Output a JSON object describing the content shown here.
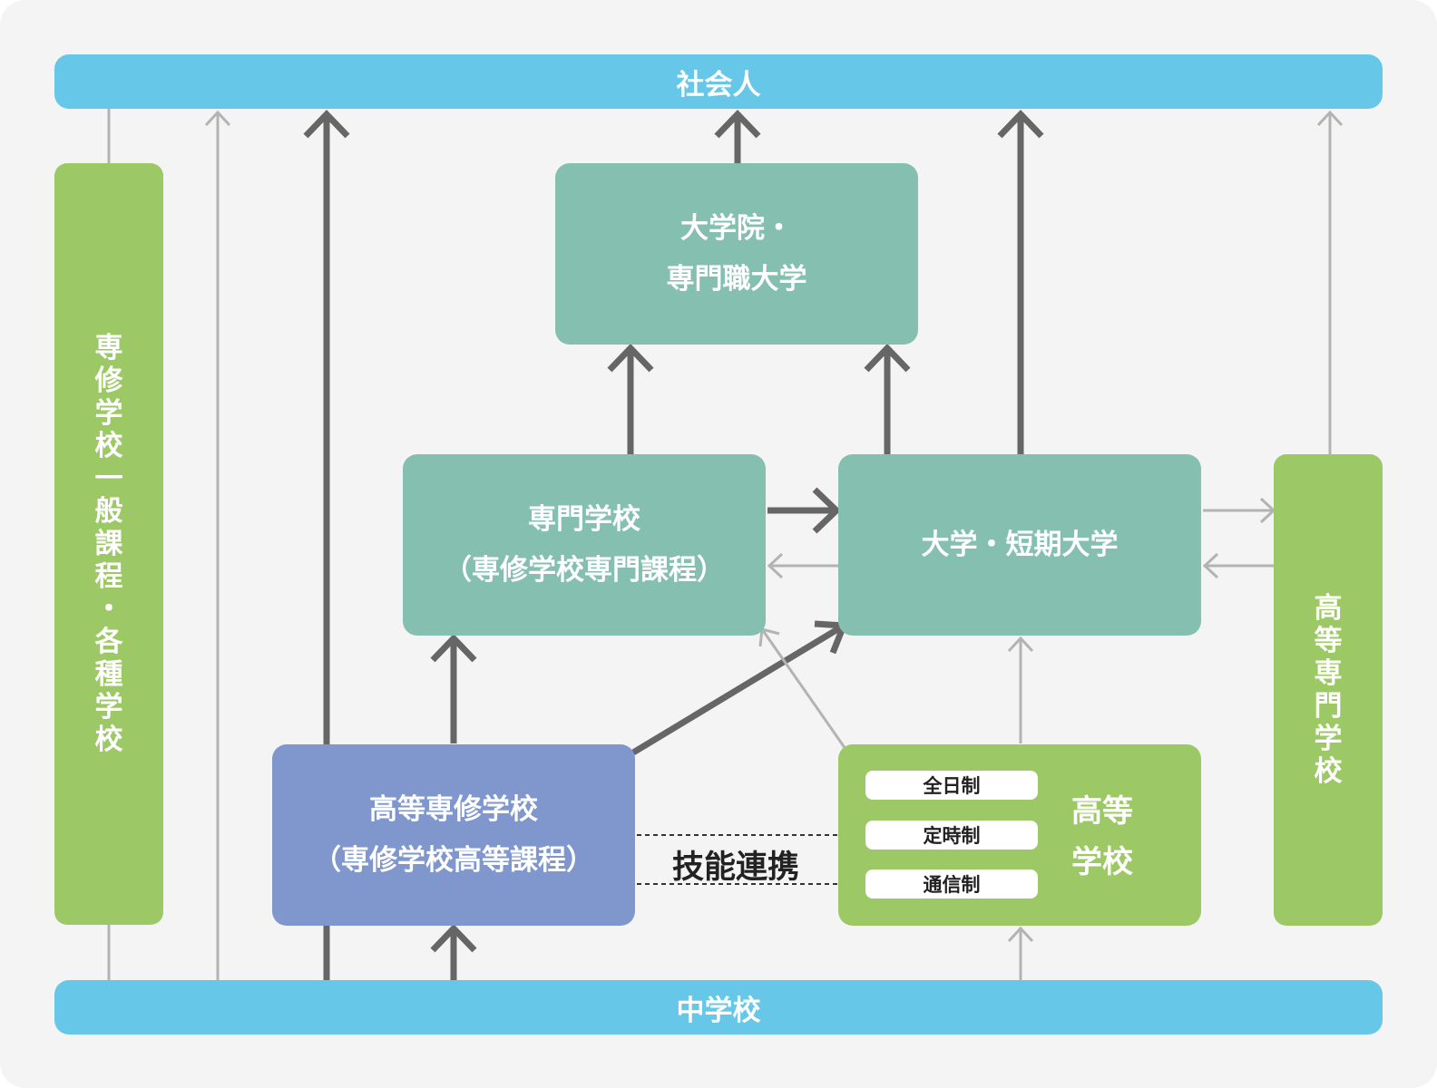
{
  "colors": {
    "bar": "#67c7e8",
    "teal": "#84bfb0",
    "green": "#9cc965",
    "blue": "#7f97cd",
    "arrow_dark": "#666666",
    "arrow_light": "#b3b3b3"
  },
  "top_bar": {
    "label": "社会人"
  },
  "bottom_bar": {
    "label": "中学校"
  },
  "graduate": {
    "line1": "大学院・",
    "line2": "専門職大学"
  },
  "senmon": {
    "line1": "専門学校",
    "line2": "（専修学校専門課程）"
  },
  "university": {
    "label": "大学・短期大学"
  },
  "koto_senshu": {
    "line1": "高等専修学校",
    "line2": "（専修学校高等課程）"
  },
  "high_school": {
    "line1": "高等",
    "line2": "学校",
    "pills": [
      "全日制",
      "定時制",
      "通信制"
    ]
  },
  "left_vertical": {
    "chars": [
      "専",
      "修",
      "学",
      "校",
      "一",
      "般",
      "課",
      "程",
      "・",
      "各",
      "種",
      "学",
      "校"
    ]
  },
  "right_vertical": {
    "chars": [
      "高",
      "等",
      "専",
      "門",
      "学",
      "校"
    ]
  },
  "link_label": "技能連携"
}
